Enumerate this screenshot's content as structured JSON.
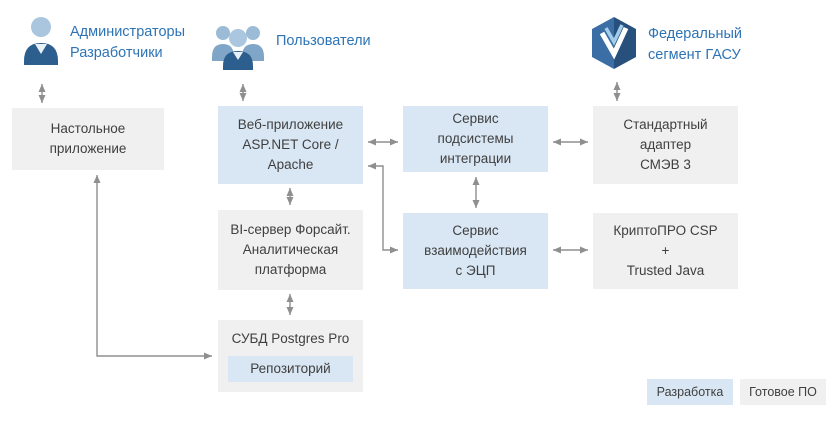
{
  "diagram": {
    "actors": {
      "admins": {
        "label": "Администраторы\nРазработчики"
      },
      "users": {
        "label": "Пользователи"
      },
      "gasu": {
        "label": "Федеральный\nсегмент ГАСУ"
      }
    },
    "nodes": {
      "desktop_app": {
        "label": "Настольное\nприложение",
        "type": "ready"
      },
      "web_app": {
        "label": "Веб-приложение\nASP.NET Core /\nApache",
        "type": "dev"
      },
      "integration_service": {
        "label": "Сервис\nподсистемы\nинтеграции",
        "type": "dev"
      },
      "smev_adapter": {
        "label": "Стандартный\nадаптер\nСМЭВ 3",
        "type": "ready"
      },
      "bi_server": {
        "label": "BI-сервер Форсайт.\nАналитическая\nплатформа",
        "type": "ready"
      },
      "ecp_service": {
        "label": "Сервис\nвзаимодействия\nс ЭЦП",
        "type": "dev"
      },
      "cryptopro": {
        "label": "КриптоПРО CSP\n+\nTrusted Java",
        "type": "ready"
      },
      "dbms": {
        "label": "СУБД Postgres Pro",
        "type": "ready"
      },
      "repository": {
        "label": "Репозиторий",
        "type": "dev"
      }
    },
    "legend": {
      "development": "Разработка",
      "ready_software": "Готовое ПО"
    },
    "colors": {
      "development_fill": "#d9e7f4",
      "ready_fill": "#f0f0f0",
      "accent_text": "#2e74b5",
      "node_text": "#3f3f3f",
      "arrow": "#8f8f8f"
    }
  }
}
